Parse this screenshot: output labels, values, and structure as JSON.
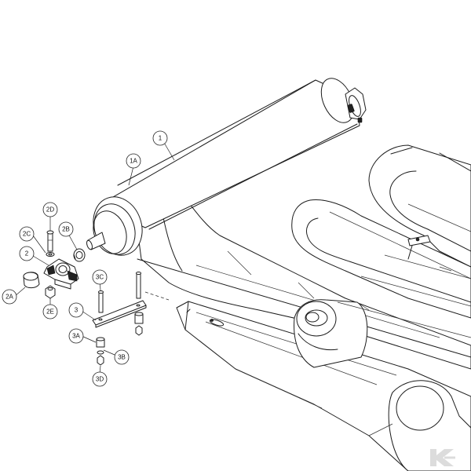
{
  "callouts": {
    "c1": "1",
    "c1a": "1A",
    "c2": "2",
    "c2a": "2A",
    "c2b": "2B",
    "c2c": "2C",
    "c2d": "2D",
    "c2e": "2E",
    "c3": "3",
    "c3a": "3A",
    "c3b": "3B",
    "c3c": "3C",
    "c3d": "3D"
  },
  "logo": {
    "text": "K",
    "color": "#dcdcdc"
  },
  "colors": {
    "line": "#1c1c1c",
    "background": "#ffffff"
  }
}
